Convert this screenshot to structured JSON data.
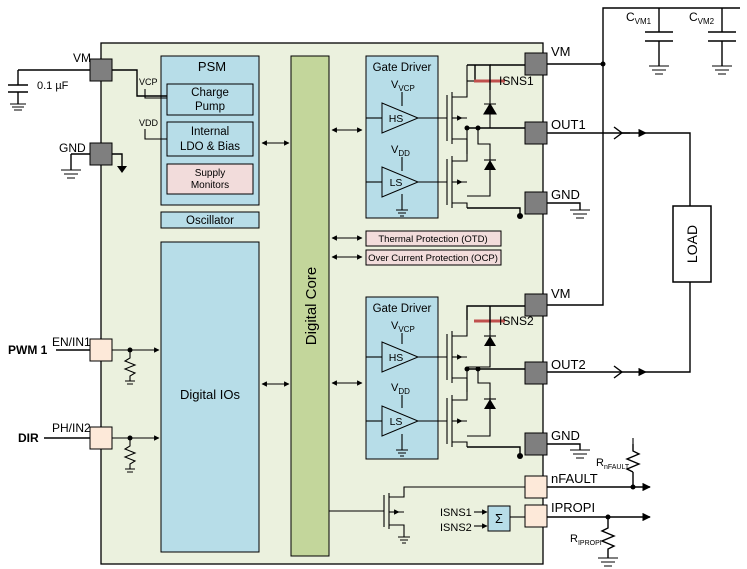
{
  "blocks": {
    "psm": "PSM",
    "charge_pump": [
      "Charge",
      "Pump"
    ],
    "internal_ldo": [
      "Internal",
      "LDO & Bias"
    ],
    "supply_monitors": [
      "Supply",
      "Monitors"
    ],
    "oscillator": "Oscillator",
    "digital_ios": "Digital IOs",
    "digital_core": "Digital Core",
    "gate_driver_1": "Gate Driver",
    "gate_driver_2": "Gate Driver",
    "thermal_protection": "Thermal Protection (OTD)",
    "over_current_protection": "Over Current Protection (OCP)",
    "hs": "HS",
    "ls": "LS",
    "load": "LOAD",
    "sigma": "Σ"
  },
  "supply_labels": {
    "v": "V",
    "vcp_sub": "VCP",
    "vdd_sub": "DD",
    "vcp_small": "VCP",
    "vdd_small": "VDD"
  },
  "pins": {
    "vm_left": "VM",
    "gnd_left": "GND",
    "en_in1": "EN/IN1",
    "ph_in2": "PH/IN2",
    "vm1": "VM",
    "out1": "OUT1",
    "gnd1": "GND",
    "vm2": "VM",
    "out2": "OUT2",
    "gnd2": "GND",
    "nfault": "nFAULT",
    "ipropi": "IPROPI",
    "isns1": "ISNS1",
    "isns2": "ISNS2",
    "isns1_in": "ISNS1",
    "isns2_in": "ISNS2"
  },
  "external": {
    "cap_value": "0.1 µF",
    "pwm": "PWM 1",
    "dir": "DIR",
    "c_letter": "C",
    "cvm1_sub": "VM1",
    "cvm2_sub": "VM2",
    "r_letter": "R",
    "rnfault_sub": "nFAULT",
    "ripropi_sub": "IPROPI"
  },
  "colors": {
    "chip_fill": "#ebf1de",
    "block_blue": "#b7dde8",
    "core_green": "#c3d69b",
    "pink": "#f2dcdb",
    "pin_gray": "#7f7f7f",
    "pin_peach": "#fde9d9",
    "sense_brown": "#c0504d"
  }
}
